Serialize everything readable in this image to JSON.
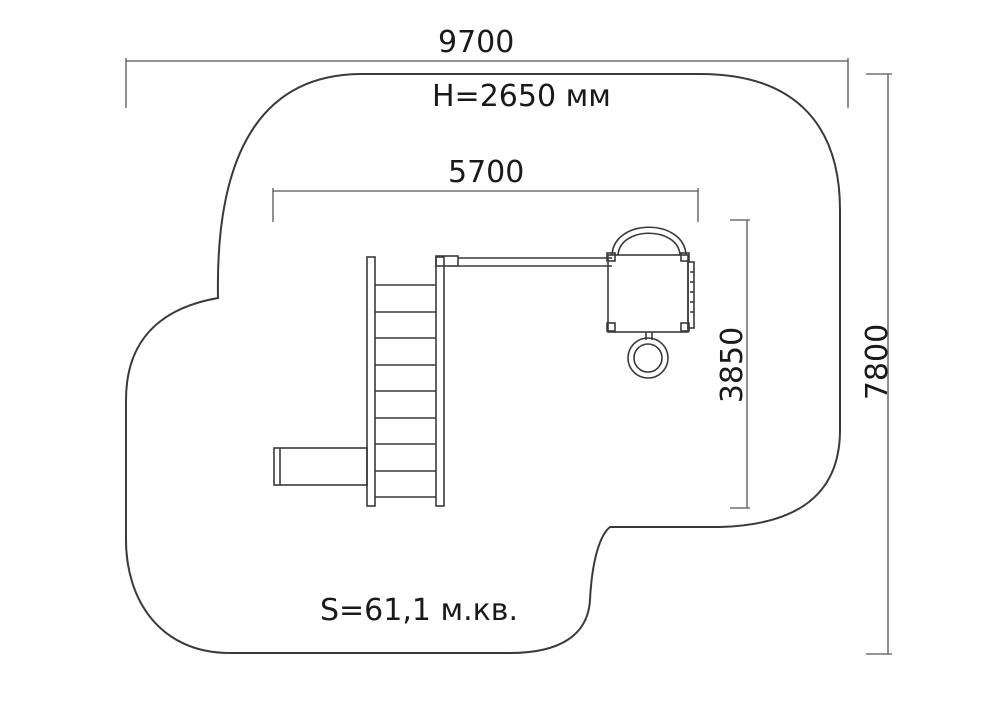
{
  "dimensions": {
    "overall_width": "9700",
    "overall_depth": "7800",
    "equipment_width": "5700",
    "equipment_depth": "3850"
  },
  "height_note": "H=2650 мм",
  "area_note": "S=61,1 м.кв.",
  "colors": {
    "line": "#3a3a3a",
    "text": "#1a1a1a",
    "background": "#ffffff"
  }
}
